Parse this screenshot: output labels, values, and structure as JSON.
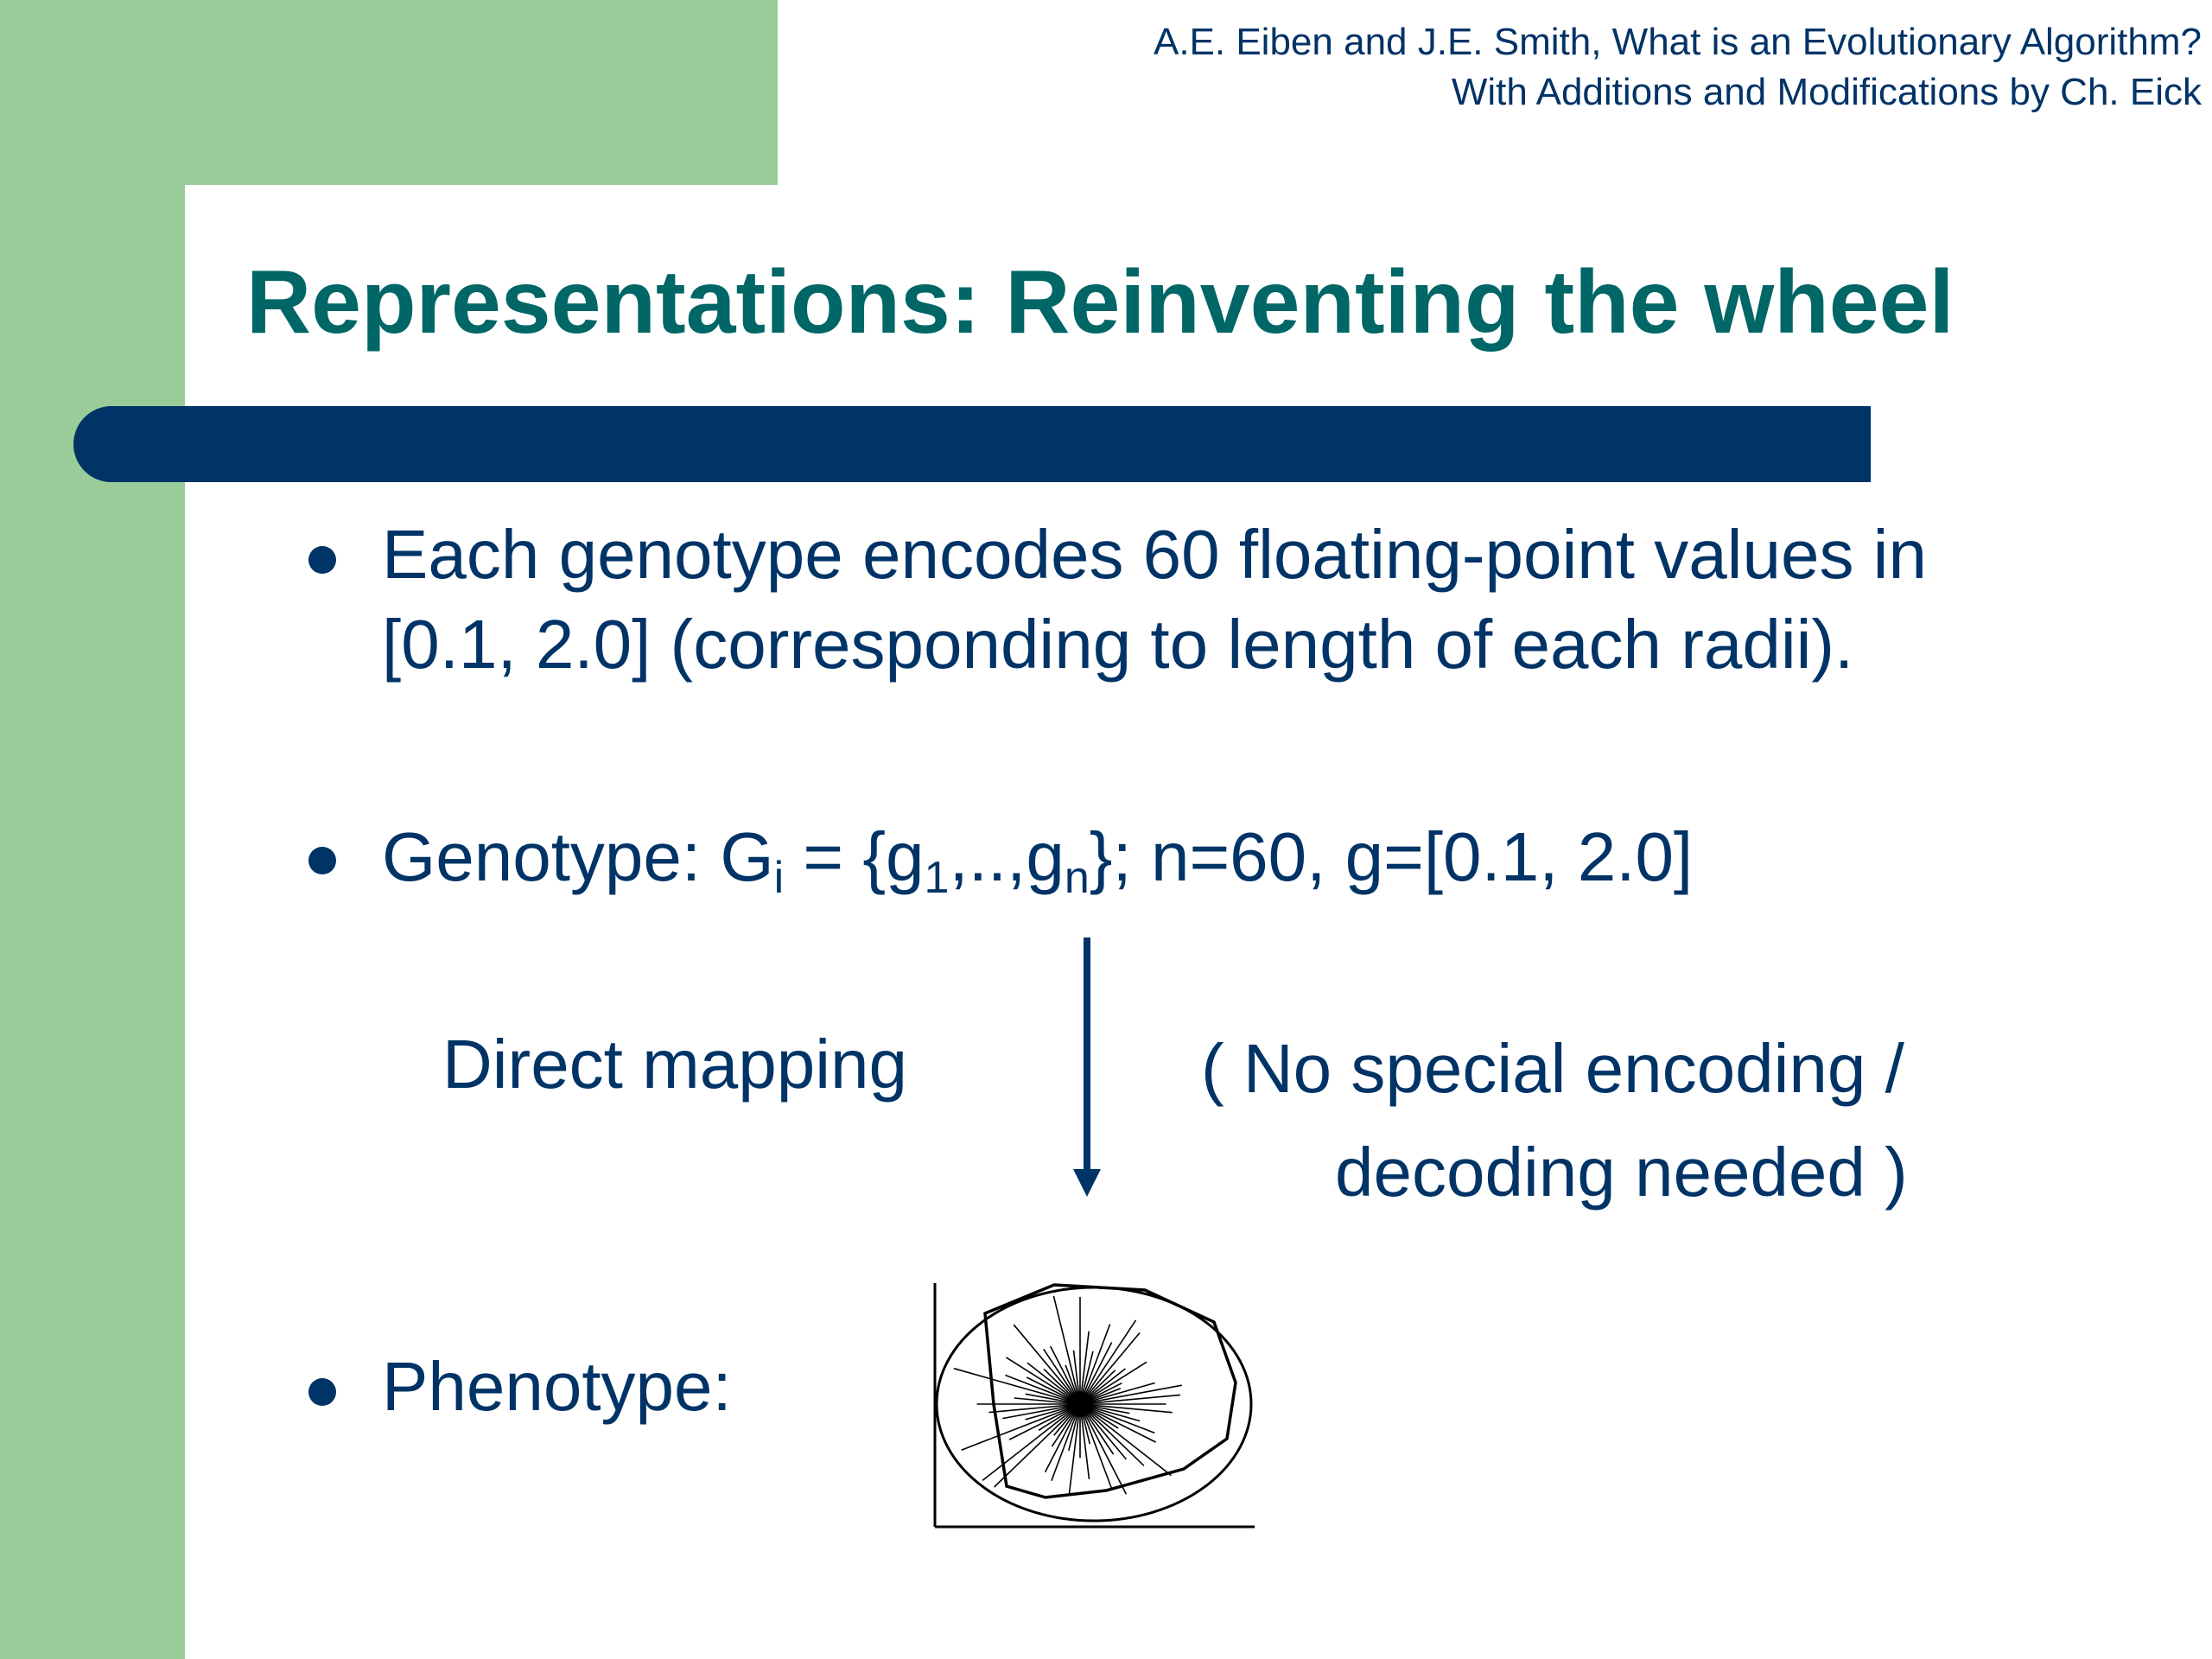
{
  "attribution": {
    "line1": "A.E. Eiben and J.E. Smith, What is an Evolutionary Algorithm?",
    "line2": "With Additions and Modifications by Ch. Eick"
  },
  "title": "Representations: Reinventing the wheel",
  "bullets": {
    "b1": {
      "line1": "Each genotype encodes 60 floating-point values in",
      "line2": "[0.1, 2.0] (corresponding to length of each radii)."
    },
    "b2": {
      "prefix": "Genotype: G",
      "sub_i": "i",
      "mid1": " = {g",
      "sub_1": "1",
      "mid2": ",..,g",
      "sub_n": "n",
      "suffix": "}; n=60, g=[0.1, 2.0]"
    },
    "b3": {
      "label": "Phenotype:"
    }
  },
  "mapping": {
    "left_label": "Direct mapping",
    "right_line1": "( No special encoding /",
    "right_line2": "decoding needed )"
  },
  "colors": {
    "sidebar": "#99cc99",
    "title": "#006666",
    "text": "#003366",
    "bar": "#003366"
  },
  "icons": {
    "mapping_arrow": "down-arrow-icon",
    "phenotype": "wheel-figure"
  }
}
